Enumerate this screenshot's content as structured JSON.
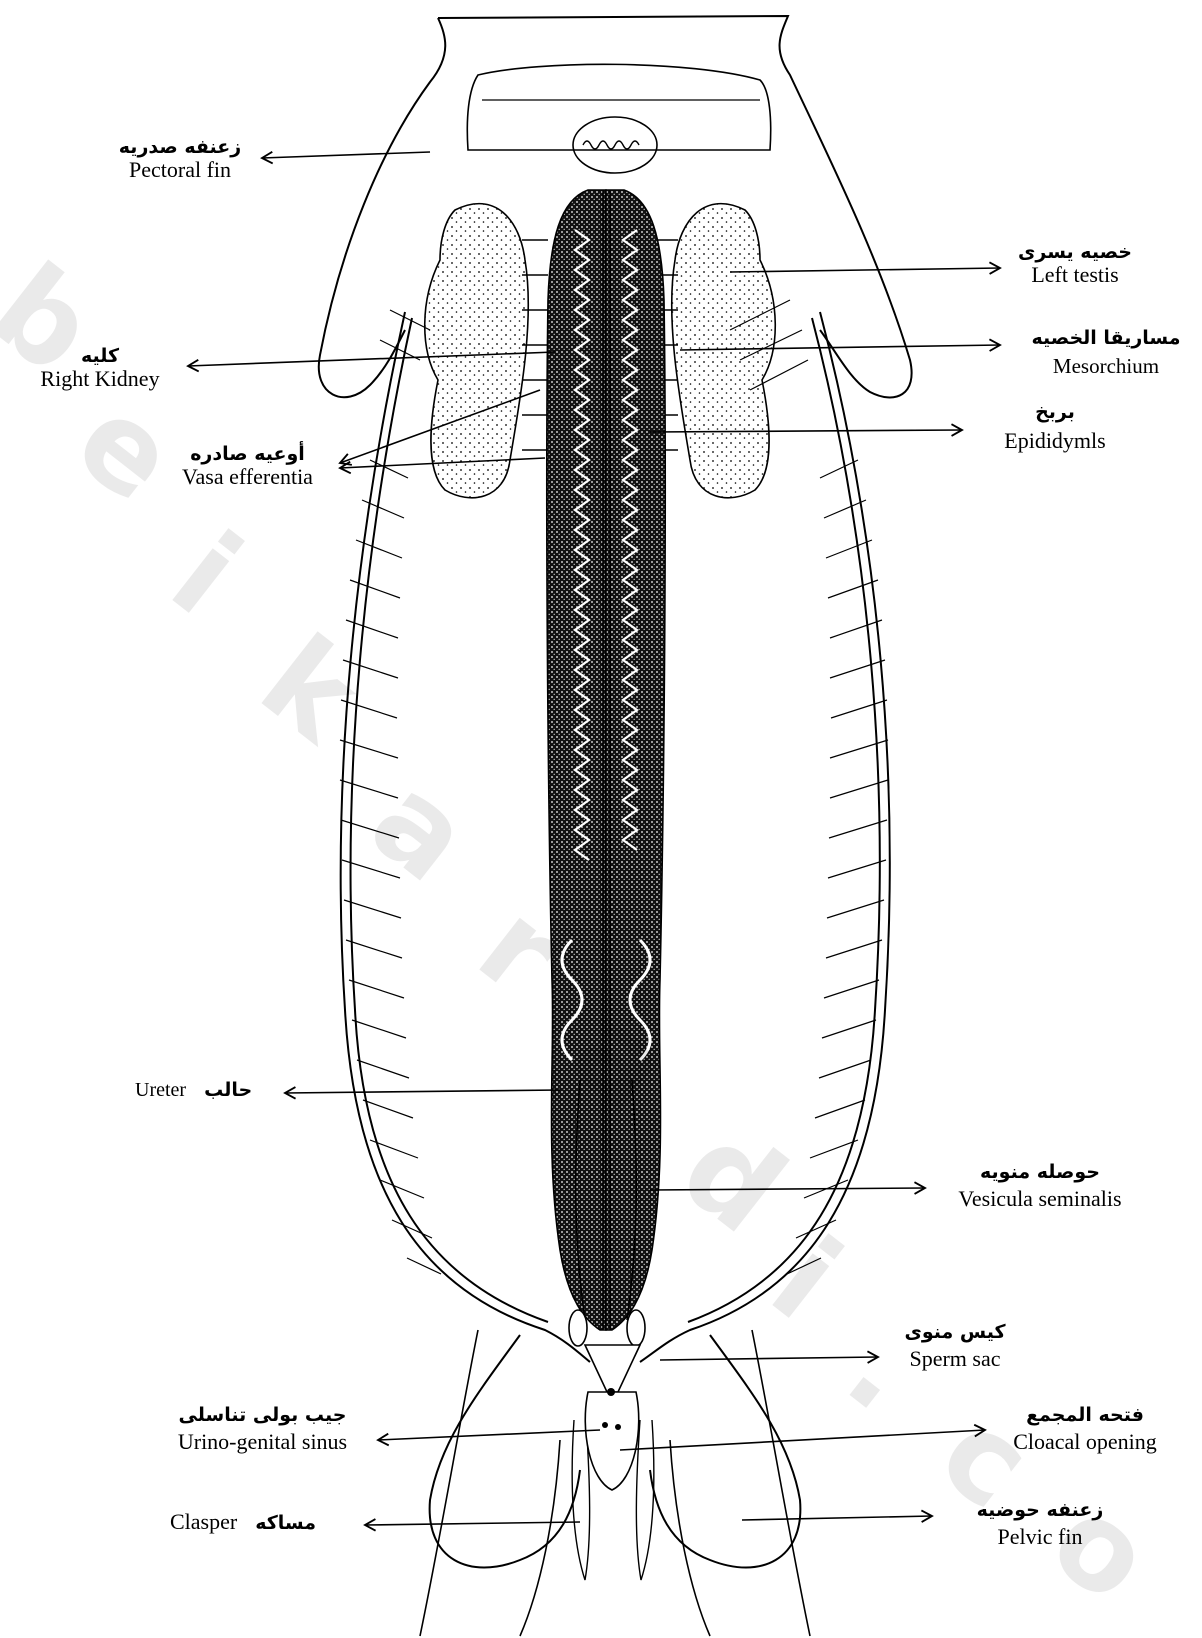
{
  "labels": {
    "pectoral_fin": {
      "ar": "زعنفه صدريه",
      "en": "Pectoral fin"
    },
    "left_testis": {
      "ar": "خصيه يسرى",
      "en": "Left testis"
    },
    "mesorchium": {
      "ar": "مساريقا الخصيه",
      "en": "Mesorchium"
    },
    "right_kidney": {
      "ar": "كليه",
      "en": "Right Kidney"
    },
    "epididymis": {
      "ar": "بربخ",
      "en": "Epididymls"
    },
    "vasa_efferentia": {
      "ar": "أوعيه صادره",
      "en": "Vasa efferentia"
    },
    "ureter": {
      "ar": "حالب",
      "en": "Ureter"
    },
    "vesicula_seminalis": {
      "ar": "حوصله منويه",
      "en": "Vesicula seminalis"
    },
    "sperm_sac": {
      "ar": "كيس منوى",
      "en": "Sperm sac"
    },
    "urino_genital_sinus": {
      "ar": "جيب بولى تناسلى",
      "en": "Urino-genital sinus"
    },
    "cloacal_opening": {
      "ar": "فتحه المجمع",
      "en": "Cloacal opening"
    },
    "clasper": {
      "ar": "مساكه",
      "en": "Clasper"
    },
    "pelvic_fin": {
      "ar": "زعنفه حوضيه",
      "en": "Pelvic fin"
    }
  },
  "watermark": [
    "b",
    "e",
    "i",
    "k",
    "a",
    "r",
    "a",
    "d",
    "i",
    ".",
    "c",
    "o"
  ]
}
